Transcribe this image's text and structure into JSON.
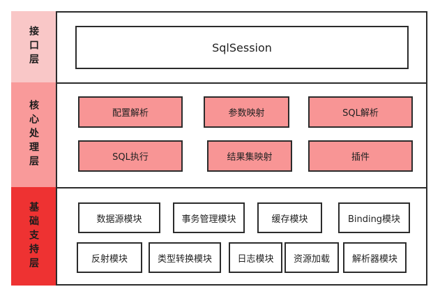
{
  "layers": {
    "interface": {
      "label": "接口层",
      "items": [
        "SqlSession"
      ]
    },
    "core": {
      "label": "核心处理层",
      "items": [
        "配置解析",
        "参数映射",
        "SQL解析",
        "SQL执行",
        "结果集映射",
        "插件"
      ]
    },
    "base": {
      "label": "基础支持层",
      "items": [
        "数据源模块",
        "事务管理模块",
        "缓存模块",
        "Binding模块",
        "反射模块",
        "类型转换模块",
        "日志模块",
        "资源加载",
        "解析器模块"
      ]
    }
  },
  "colors": {
    "interface_label_bg": "#f9c7c7",
    "core_label_bg": "#f99a9a",
    "base_label_bg": "#ee3232",
    "core_box_bg": "#f89595",
    "border": "#2b2b2b"
  }
}
